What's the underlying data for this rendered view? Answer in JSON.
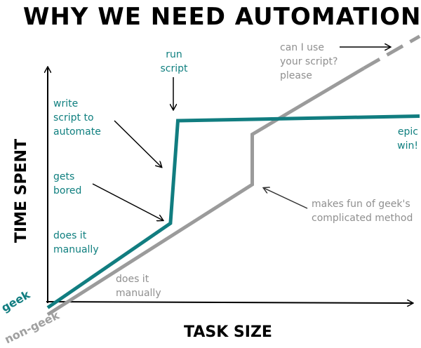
{
  "chart_data": {
    "type": "line",
    "title": "WHY WE NEED AUTOMATION?",
    "xlabel": "TASK SIZE",
    "ylabel": "TIME SPENT",
    "xlim": [
      0,
      100
    ],
    "ylim": [
      0,
      100
    ],
    "grid": false,
    "series": [
      {
        "name": "geek",
        "color": "#117d80",
        "points": [
          {
            "x": 0,
            "y": -2
          },
          {
            "x": 33,
            "y": 35
          },
          {
            "x": 35,
            "y": 80
          },
          {
            "x": 100,
            "y": 82
          }
        ]
      },
      {
        "name": "non-geek",
        "color": "#9b9b9b",
        "points": [
          {
            "x": 0,
            "y": -5
          },
          {
            "x": 55,
            "y": 52
          },
          {
            "x": 55,
            "y": 74
          },
          {
            "x": 85,
            "y": 103
          }
        ],
        "dashed_from": {
          "x": 85,
          "y": 103
        },
        "dashed_to": {
          "x": 100,
          "y": 117
        }
      }
    ],
    "annotations": {
      "run_script": [
        "run",
        "script"
      ],
      "write_script": [
        "write",
        "script to",
        "automate"
      ],
      "gets_bored": [
        "gets",
        "bored"
      ],
      "does_it_manually_geek": [
        "does it",
        "manually"
      ],
      "epic_win": [
        "epic",
        "win!"
      ],
      "can_i_use": [
        "can I use",
        "your script?",
        "please"
      ],
      "makes_fun": [
        "makes fun of geek's",
        "complicated method"
      ],
      "does_it_manually_nongeek": [
        "does it",
        "manually"
      ]
    },
    "legend": {
      "geek_label": "geek",
      "nongeek_label": "non-geek"
    }
  },
  "colors": {
    "teal": "#117d80",
    "gray": "#9b9b9b",
    "axis": "#000000"
  }
}
